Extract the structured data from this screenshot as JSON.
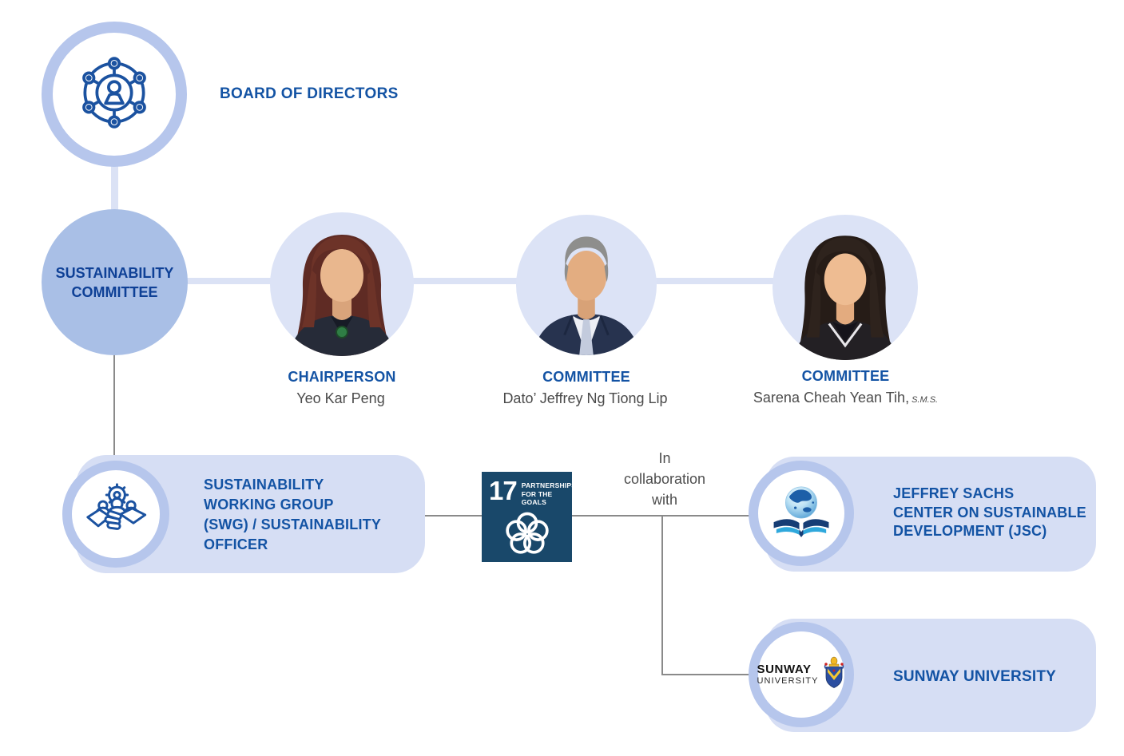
{
  "org": {
    "board": {
      "label": "BOARD OF DIRECTORS"
    },
    "committee_circle": {
      "line1": "SUSTAINABILITY",
      "line2": "COMMITTEE"
    },
    "members": [
      {
        "role": "CHAIRPERSON",
        "name": "Yeo Kar Peng",
        "suffix": ""
      },
      {
        "role": "COMMITTEE",
        "name": "Dato’ Jeffrey Ng Tiong Lip",
        "suffix": ""
      },
      {
        "role": "COMMITTEE",
        "name": "Sarena Cheah Yean Tih,",
        "suffix": "S.M.S."
      }
    ],
    "swg_box": {
      "line1": "SUSTAINABILITY",
      "line2": "WORKING GROUP",
      "line3": "(SWG) / SUSTAINABILITY",
      "line4": "OFFICER"
    },
    "collaboration_note": "In collaboration with",
    "jsc_box": {
      "line1": "JEFFREY SACHS",
      "line2": "CENTER ON SUSTAINABLE",
      "line3": "DEVELOPMENT (JSC)"
    },
    "sunway_box": {
      "label": "SUNWAY UNIVERSITY"
    }
  },
  "sdg17": {
    "number": "17",
    "title_line1": "PARTNERSHIPS",
    "title_line2": "FOR THE GOALS"
  },
  "sunway_logo": {
    "line1": "SUNWAY",
    "line2": "UNIVERSITY"
  },
  "icons": {
    "board": "network-of-people-icon",
    "swg": "teamwork-handshake-gear-icon",
    "jsc": "globe-over-open-book-logo",
    "sunway": "sunway-university-crest",
    "sdg": "sdg17-interlocking-rings-icon"
  },
  "colors": {
    "heading_blue": "#1353A4",
    "icon_stroke_blue": "#1B52A0",
    "committee_circle_fill": "#A9BFE6",
    "ring_blue": "#B6C6EC",
    "box_fill": "#D6DEF4",
    "portrait_background": "#DCE3F6",
    "pale_connector": "#DBE2F5",
    "gray_connector": "#8A8A8A",
    "name_gray": "#4A4A4A",
    "sdg_navy": "#19486A"
  }
}
